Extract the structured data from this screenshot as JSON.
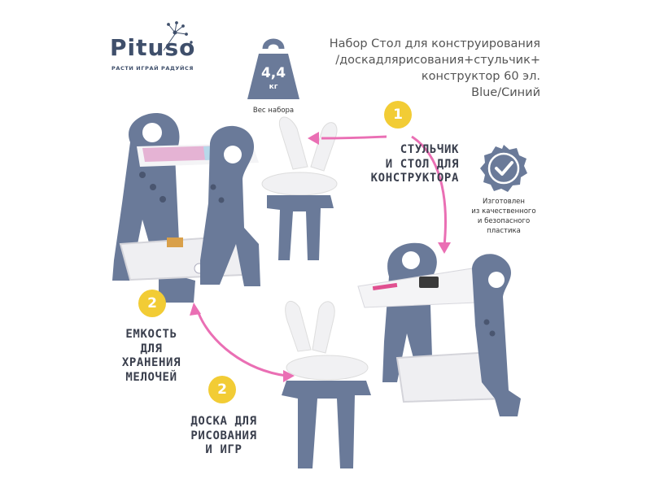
{
  "brand": {
    "name": "Pituso",
    "tagline": "РАСТИ ИГРАЙ РАДУЙСЯ"
  },
  "weight": {
    "value": "4,4",
    "unit": "кг",
    "caption": "Вес набора"
  },
  "product": {
    "title_lines": [
      "Набор Стол для конструирования",
      "/доскадлярисования+стульчик+",
      "конструктор 60 эл.",
      "Blue/Синий"
    ]
  },
  "features": [
    {
      "number": "1",
      "lines": [
        "СТУЛЬЧИК",
        "И СТОЛ ДЛЯ",
        "КОНСТРУКТОРА"
      ]
    },
    {
      "number": "2",
      "lines": [
        "ЕМКОСТЬ",
        "ДЛЯ",
        "ХРАНЕНИЯ",
        "МЕЛОЧЕЙ"
      ]
    },
    {
      "number": "2",
      "lines": [
        "ДОСКА ДЛЯ",
        "РИСОВАНИЯ",
        "И ИГР"
      ]
    }
  ],
  "quality": {
    "icon": "checkmark-badge-icon",
    "lines": [
      "Изготовлен",
      "из качественного",
      "и безопасного",
      "пластика"
    ]
  },
  "colors": {
    "product_blue": "#6a7a99",
    "accent_pink": "#ea6fb4",
    "badge_yellow": "#f2cc35",
    "logo": "#3f4f6b"
  }
}
